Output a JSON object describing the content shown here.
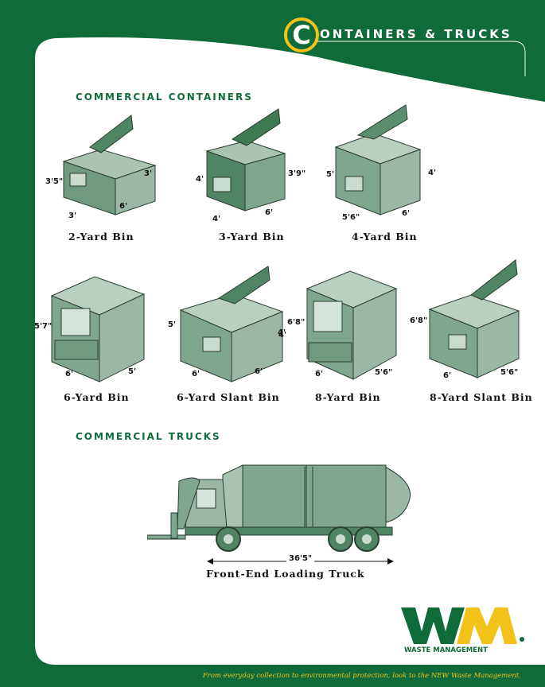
{
  "header": {
    "logo_letter": "C",
    "title": "ONTAINERS & TRUCKS"
  },
  "sections": {
    "containers": "COMMERCIAL CONTAINERS",
    "trucks": "COMMERCIAL TRUCKS"
  },
  "bins": [
    {
      "label": "2-Yard Bin",
      "dims": [
        "3'5\"",
        "3'",
        "3'",
        "6'"
      ]
    },
    {
      "label": "3-Yard Bin",
      "dims": [
        "4'",
        "3'9\"",
        "4'",
        "6'"
      ]
    },
    {
      "label": "4-Yard Bin",
      "dims": [
        "5'",
        "4'",
        "5'6\"",
        "6'"
      ]
    },
    {
      "label": "6-Yard Bin",
      "dims": [
        "5'7\"",
        "6'",
        "5'"
      ]
    },
    {
      "label": "6-Yard Slant Bin",
      "dims": [
        "5'",
        "4'",
        "6'",
        "6'"
      ]
    },
    {
      "label": "8-Yard Bin",
      "dims": [
        "6'8\"",
        "4'",
        "6'",
        "5'6\""
      ]
    },
    {
      "label": "8-Yard Slant Bin",
      "dims": [
        "6'8\"",
        "6'",
        "5'6\""
      ]
    }
  ],
  "truck": {
    "length": "36'5\"",
    "label": "Front-End Loading Truck"
  },
  "logo": {
    "mark": "WM",
    "name": "WASTE MANAGEMENT"
  },
  "footer": "From everyday collection to environmental protection, look to the NEW Waste Management.",
  "colors": {
    "brand_green": "#0f6b3a",
    "accent_yellow": "#f2c21b",
    "bin_green": "#6f9a80"
  }
}
